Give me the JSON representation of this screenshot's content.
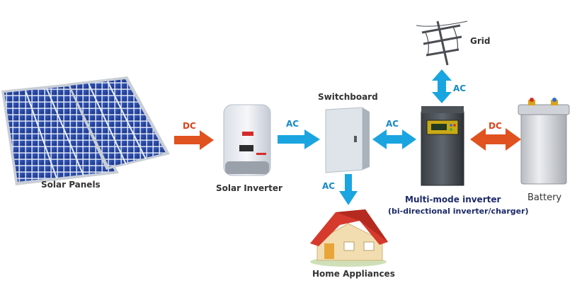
{
  "components": {
    "solar_panels": "Solar Panels",
    "solar_inverter": "Solar  Inverter",
    "switchboard": "Switchboard",
    "grid": "Grid",
    "multimode_title": "Multi-mode inverter",
    "multimode_sub": "(bi-directional inverter/charger)",
    "battery": "Battery",
    "home": "Home Appliances"
  },
  "flows": {
    "panels_to_inverter": "DC",
    "inverter_to_switchboard": "AC",
    "switchboard_to_multimode": "AC",
    "switchboard_to_home": "AC",
    "multimode_to_grid": "AC",
    "multimode_to_battery": "DC"
  },
  "colors": {
    "dc_arrow": "#e0521f",
    "ac_arrow": "#1aa5e0",
    "dc_label": "#d8431c",
    "ac_label": "#1689c8",
    "panel_cell": "#1e3f9a"
  }
}
